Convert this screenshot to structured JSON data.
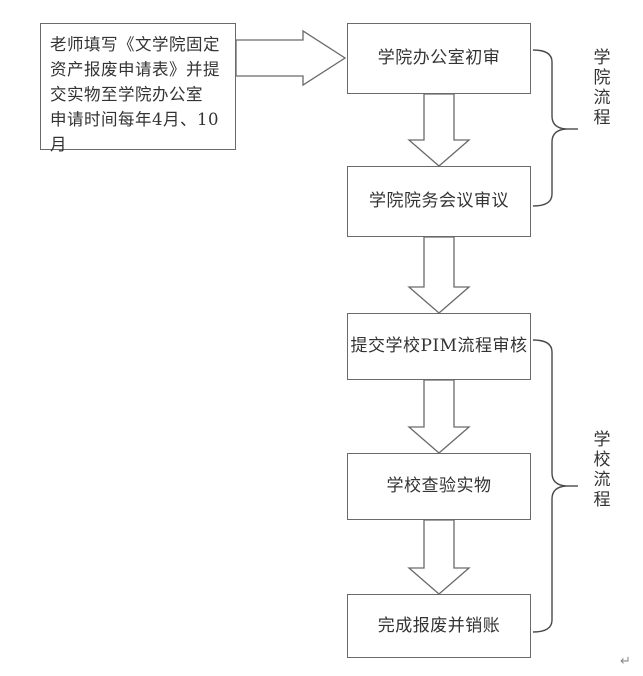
{
  "diagram": {
    "title_present": false,
    "line_color": "#6a6a6a",
    "text_color": "#333333",
    "background": "#ffffff",
    "nodes": [
      {
        "id": "start",
        "label": "老师填写《文学院固定\n资产报废申请表》并提\n交实物至学院办公室\n申请时间每年4月、10月",
        "shape": "rectangle"
      },
      {
        "id": "step1",
        "label": "学院办公室初审",
        "shape": "rectangle"
      },
      {
        "id": "step2",
        "label": "学院院务会议审议",
        "shape": "rectangle"
      },
      {
        "id": "step3",
        "label": "提交学校PIM流程审核",
        "shape": "rectangle"
      },
      {
        "id": "step4",
        "label": "学校查验实物",
        "shape": "rectangle"
      },
      {
        "id": "step5",
        "label": "完成报废并销账",
        "shape": "rectangle"
      }
    ],
    "edges": [
      {
        "from": "start",
        "to": "step1",
        "direction": "right",
        "style": "block-arrow"
      },
      {
        "from": "step1",
        "to": "step2",
        "direction": "down",
        "style": "block-arrow"
      },
      {
        "from": "step2",
        "to": "step3",
        "direction": "down",
        "style": "block-arrow"
      },
      {
        "from": "step3",
        "to": "step4",
        "direction": "down",
        "style": "block-arrow"
      },
      {
        "from": "step4",
        "to": "step5",
        "direction": "down",
        "style": "block-arrow"
      }
    ],
    "group_labels": [
      {
        "id": "group-college",
        "label": "学院流程",
        "covers": [
          "step1",
          "step2"
        ]
      },
      {
        "id": "group-school",
        "label": "学校流程",
        "covers": [
          "step3",
          "step4",
          "step5"
        ]
      }
    ],
    "paragraph_mark": "↵"
  }
}
